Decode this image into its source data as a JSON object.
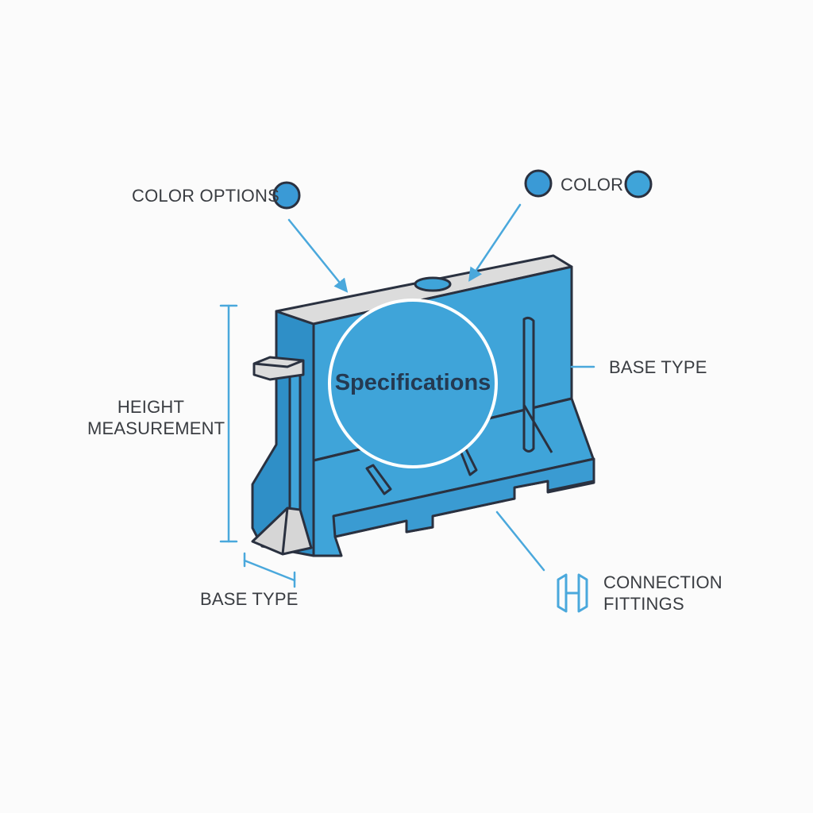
{
  "labels": {
    "color_options": "COLOR OPTIONS",
    "color": "COLOR",
    "base_type_right": "BASE TYPE",
    "height_line1": "HEIGHT",
    "height_line2": "MEASUREMENT",
    "base_type_bottom": "BASE TYPE",
    "connection_line1": "CONNECTION",
    "connection_line2": "FITTINGS"
  },
  "badge": {
    "text": "Specifications"
  },
  "colors": {
    "barrier_fill": "#3fa4d9",
    "barrier_shadow": "#2f8fc7",
    "top_face": "#dcdcdc",
    "outline": "#2a3140",
    "leader_line": "#4aa8dc",
    "swatch": "#3a9ad6",
    "text": "#3a3d42"
  },
  "icons": {
    "color_options_swatch": "circle-swatch-icon",
    "color_swatch_left": "circle-swatch-icon",
    "color_swatch_right": "circle-swatch-icon",
    "connection_fittings": "connector-h-icon"
  }
}
